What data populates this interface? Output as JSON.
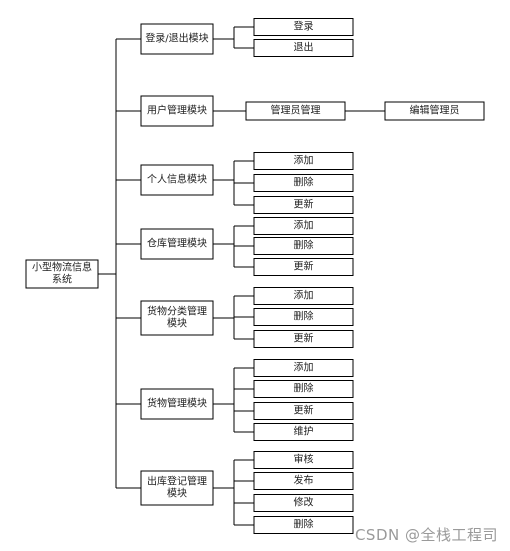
{
  "root": {
    "label_lines": [
      "小型物流信息",
      "系统"
    ]
  },
  "modules": [
    {
      "label_lines": [
        "登录/退出模块"
      ],
      "children": [
        "登录",
        "退出"
      ]
    },
    {
      "label_lines": [
        "用户管理模块"
      ],
      "children": [
        "管理员管理"
      ],
      "grandchild": "编辑管理员"
    },
    {
      "label_lines": [
        "个人信息模块"
      ],
      "children": [
        "添加",
        "删除",
        "更新"
      ]
    },
    {
      "label_lines": [
        "仓库管理模块"
      ],
      "children": [
        "添加",
        "删除",
        "更新"
      ]
    },
    {
      "label_lines": [
        "货物分类管理",
        "模块"
      ],
      "children": [
        "添加",
        "删除",
        "更新"
      ]
    },
    {
      "label_lines": [
        "货物管理模块"
      ],
      "children": [
        "添加",
        "删除",
        "更新",
        "维护"
      ]
    },
    {
      "label_lines": [
        "出库登记管理",
        "模块"
      ],
      "children": [
        "审核",
        "发布",
        "修改",
        "删除"
      ]
    }
  ],
  "watermark": "CSDN @全栈工程司"
}
